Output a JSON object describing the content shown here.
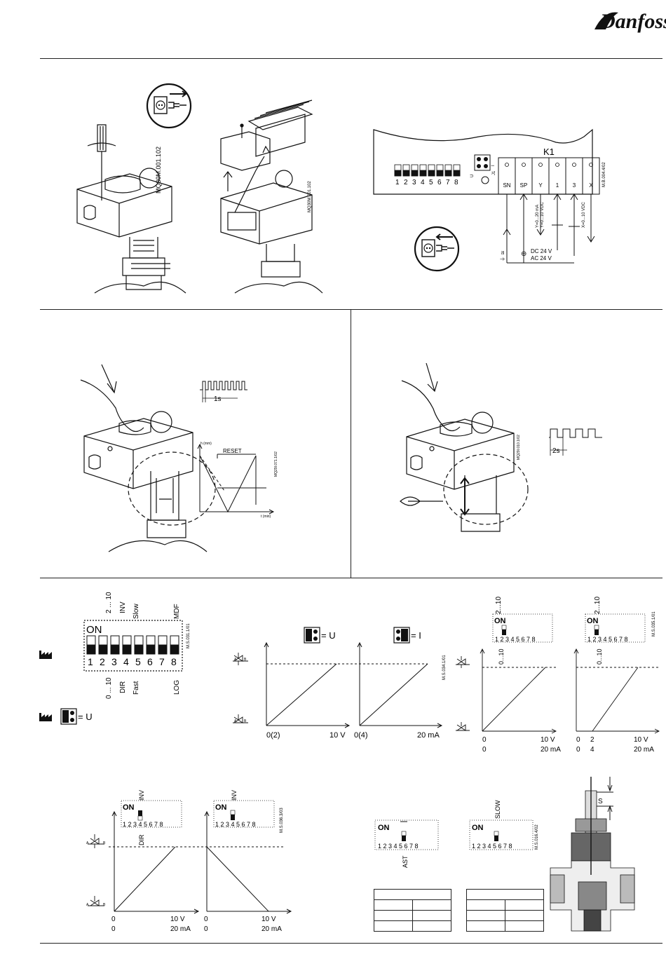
{
  "brand": {
    "name": "Danfoss"
  },
  "section1": {
    "marking_left": "MQ30M.001.102",
    "marking_mid": "MQ30M.001.102",
    "terminal_block": {
      "title": "K1",
      "terminals": [
        "SN",
        "SP",
        "Y",
        "1",
        "3",
        "X"
      ],
      "dip_numbers": [
        "1",
        "2",
        "3",
        "4",
        "5",
        "6",
        "7",
        "8"
      ],
      "jumper_labels": {
        "u": "U",
        "i": "I",
        "j1": "J1"
      },
      "signal_y1": "Y=0...10 VDC",
      "signal_y2": "Y=0...20 mA",
      "signal_x": "X=0...10 VDC",
      "supply_dc": "DC 24 V",
      "supply_ac": "AC 24 V",
      "marking": "M.B.004.4/02"
    }
  },
  "section2": {
    "pulse_1s": "1s",
    "h_axis": "h (mm)",
    "reset_label": "RESET",
    "t_axis": "t (min)",
    "marking": "MQ29I.071.1/02",
    "pulse_2s": "2s",
    "marking_right": "MQ29I.010.1/02"
  },
  "section3": {
    "dip_top_labels": [
      "2 ... 10",
      "INV",
      "Slow",
      "",
      "",
      "",
      "MDF",
      ""
    ],
    "dip_bottom_labels": [
      "0 ... 10",
      "DIR",
      "Fast",
      "",
      "",
      "",
      "LOG",
      ""
    ],
    "dip_on": "ON",
    "dip_numbers": [
      "1",
      "2",
      "3",
      "4",
      "5",
      "6",
      "7",
      "8"
    ],
    "dip_marking": "M.S.031.1/01",
    "jumper_u_label": "= U",
    "jumper_i_label": "= I",
    "graph_u": {
      "x_start": "0(2)",
      "x_end": "10 V"
    },
    "graph_i": {
      "x_start": "0(4)",
      "x_end": "20 mA"
    },
    "marking_mid": "M.S.034.1/01",
    "small_dip_top": "2...10",
    "small_dip_side": "0...10",
    "graph_c_v": {
      "x_start": "0",
      "x_end": "10  V"
    },
    "graph_c_ma": {
      "x_start": "0",
      "x_end": "20  mA"
    },
    "graph_d_v": {
      "x_start": "0",
      "x_mid": "2",
      "x_end": "10  V"
    },
    "graph_d_ma": {
      "x_start": "0",
      "x_mid": "4",
      "x_end": "20  mA"
    },
    "marking_right": "M.S.035.1/01"
  },
  "section4": {
    "inv_label": "INV",
    "dir_label": "DIR",
    "marking": "M.S.036.3/03",
    "g1_v": {
      "x_start": "0",
      "x_end": "10  V"
    },
    "g1_ma": {
      "x_start": "0",
      "x_end": "20 mA"
    },
    "g2_v": {
      "x_start": "0",
      "x_end": "10  V"
    },
    "g2_ma": {
      "x_start": "0",
      "x_end": "20 mA"
    },
    "ast_label": "AST",
    "slow_label": "SLOW",
    "marking_right": "M.S.016.4/02",
    "stroke_label": "S"
  }
}
